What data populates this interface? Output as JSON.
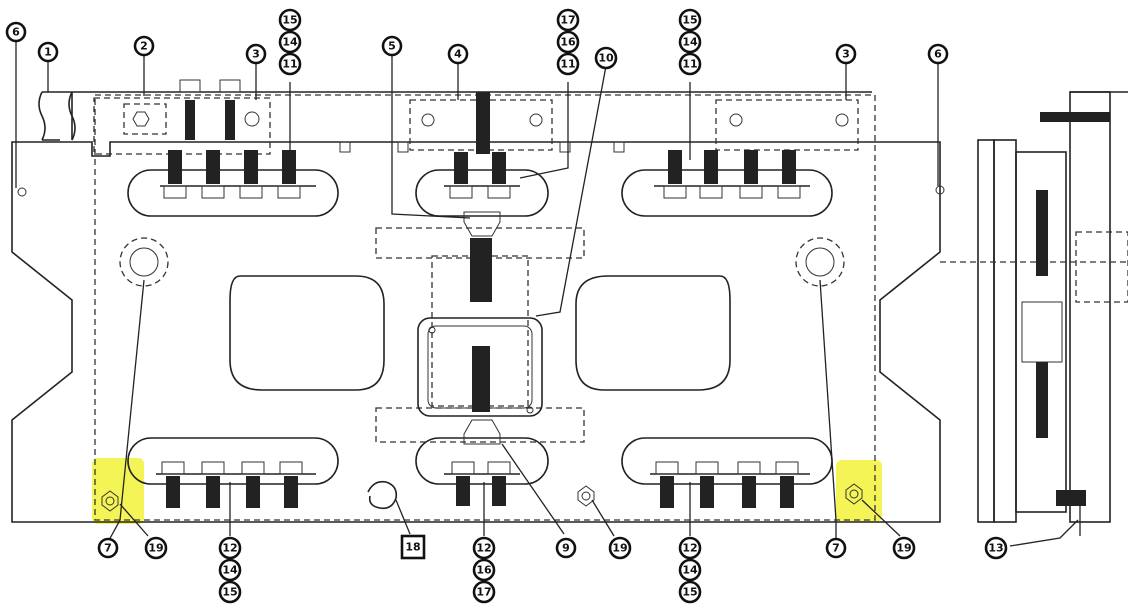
{
  "colors": {
    "ink": "#222222",
    "highlight": "#f2f23a",
    "paper": "#ffffff"
  },
  "callouts": {
    "c1": "1",
    "c2": "2",
    "c3a": "3",
    "c3b": "3",
    "c4": "4",
    "c5": "5",
    "c6a": "6",
    "c6b": "6",
    "c10": "10",
    "stackTL": [
      "15",
      "14",
      "11"
    ],
    "stackTC": [
      "17",
      "16",
      "11"
    ],
    "stackTR": [
      "15",
      "14",
      "11"
    ],
    "c7a": "7",
    "c19a": "19",
    "stackBL": [
      "12",
      "14",
      "15"
    ],
    "c18": "18",
    "stackBC": [
      "12",
      "16",
      "17"
    ],
    "c9": "9",
    "c19b": "19",
    "stackBR": [
      "12",
      "14",
      "15"
    ],
    "c7b": "7",
    "c19c": "19",
    "c13": "13"
  }
}
